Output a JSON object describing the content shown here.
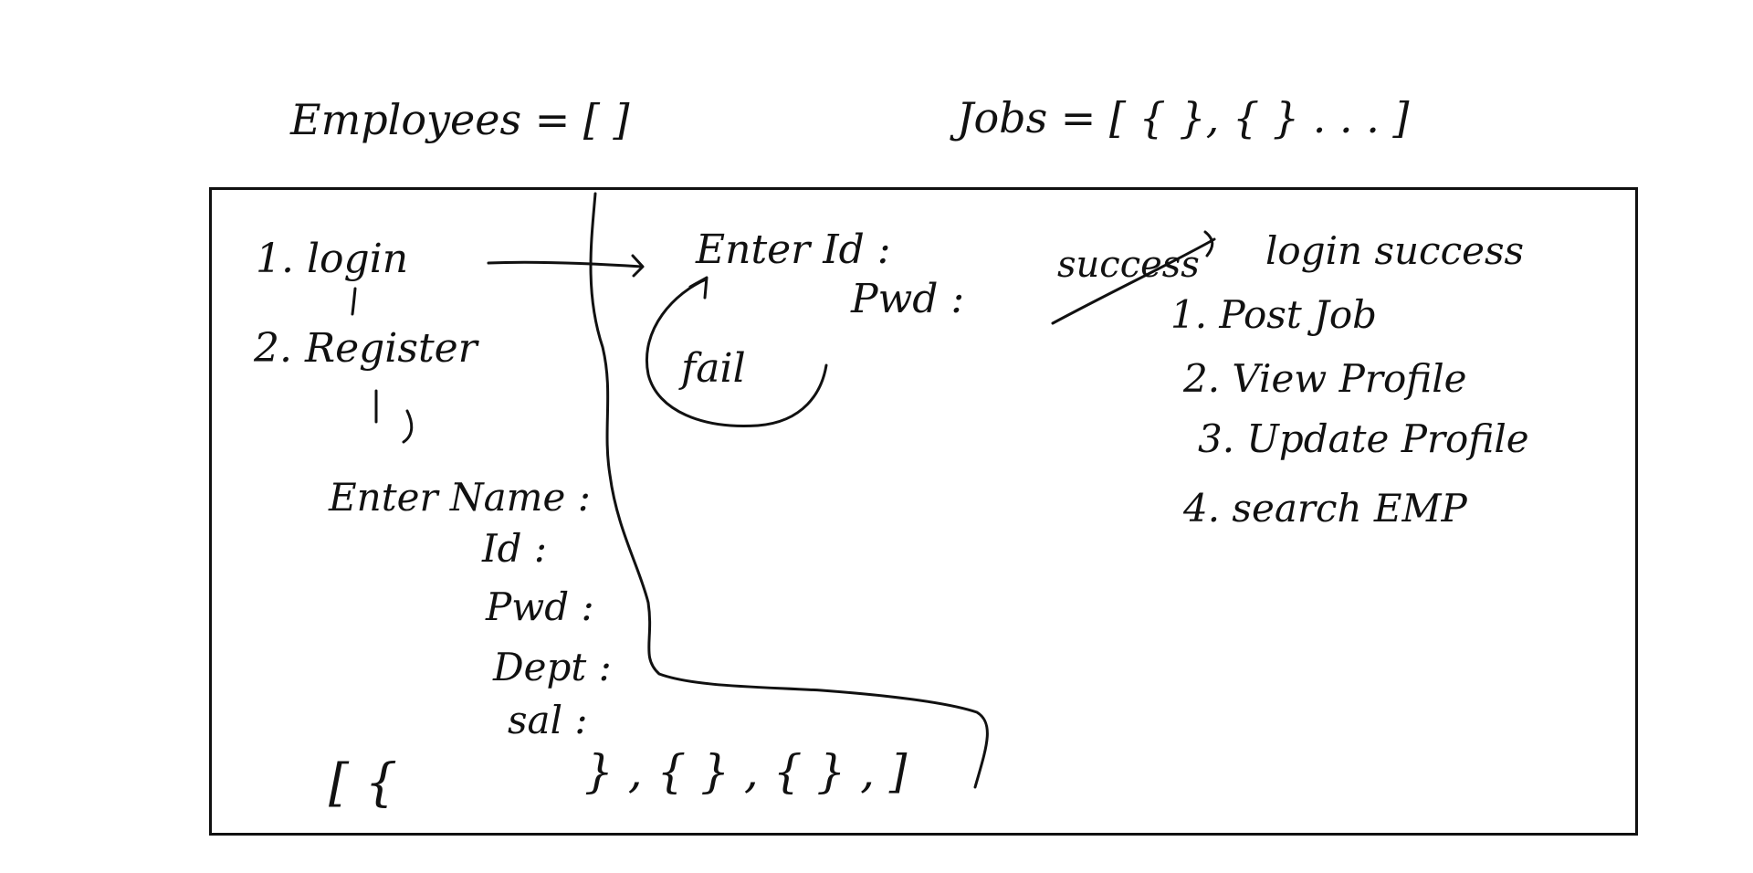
{
  "top": {
    "employees": "Employees = [ ]",
    "jobs": "Jobs = [ { }, { } . . . ]"
  },
  "menu": {
    "login": "1. login",
    "register": "2. Register"
  },
  "login_flow": {
    "enter_id": "Enter Id :",
    "pwd": "Pwd :",
    "fail": "fail",
    "success": "success",
    "login_success": "login success"
  },
  "after_login_menu": [
    "1. Post Job",
    "2. View Profile",
    "3. Update Profile",
    "4. search EMP"
  ],
  "register_form": {
    "enter_name": "Enter Name :",
    "id": "Id :",
    "pwd": "Pwd :",
    "dept": "Dept :",
    "sal": "sal :"
  },
  "array_notation": {
    "start": "[ {",
    "rest": "} , { } , { } , ]"
  }
}
